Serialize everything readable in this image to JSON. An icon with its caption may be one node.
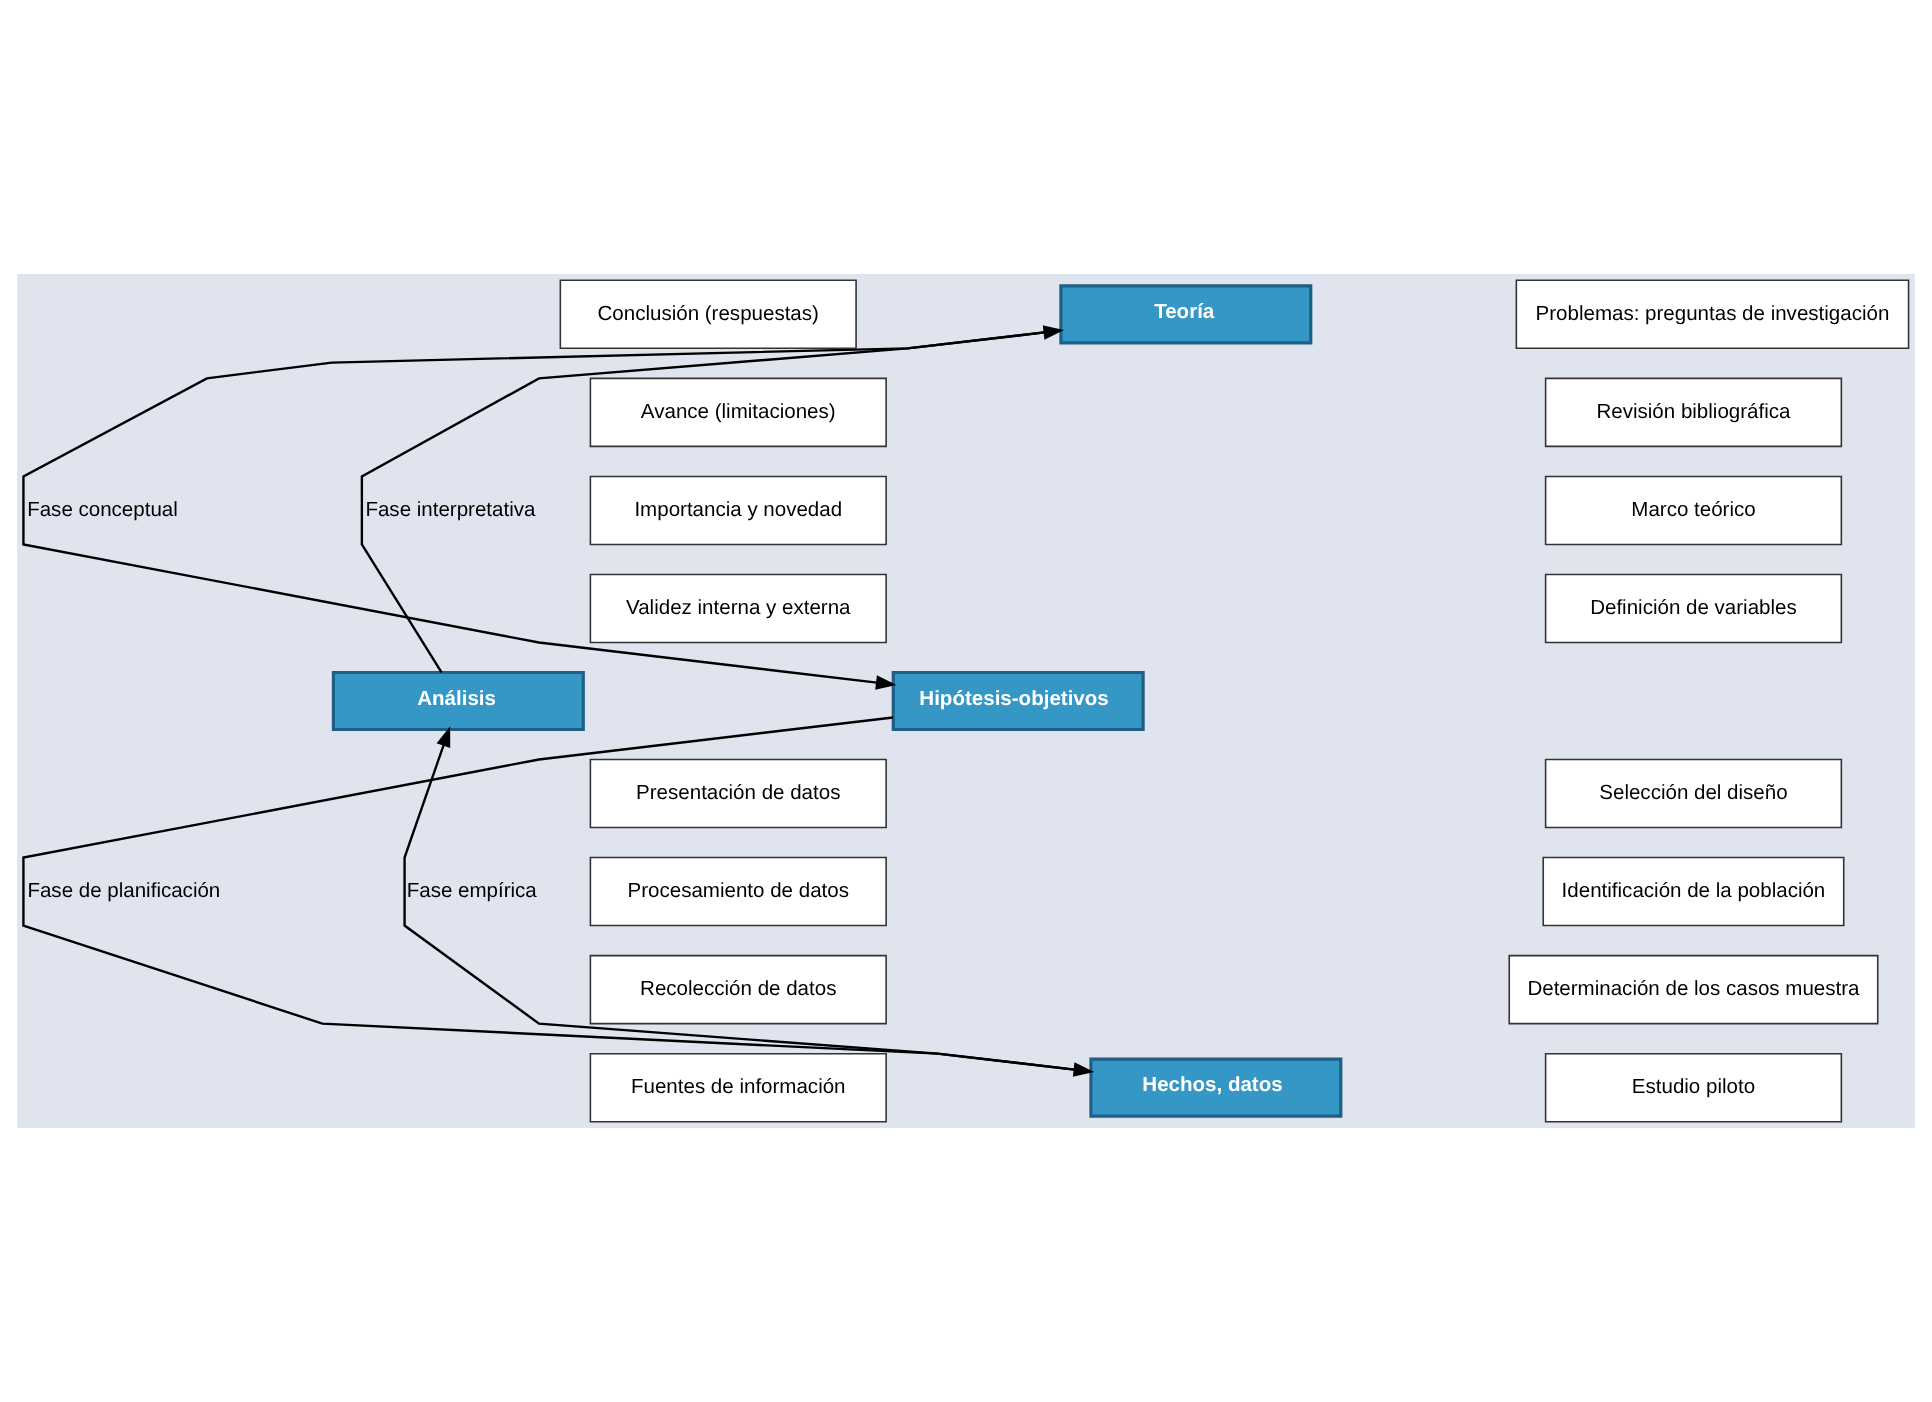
{
  "diagram": {
    "nodes": [
      {
        "text": [
          "Teoría"
        ]
      },
      {
        "text": [
          "Hipótesis-objetivos"
        ]
      },
      {
        "text": [
          "Hechos, datos"
        ]
      },
      {
        "text": [
          "Análisis"
        ]
      },
      {
        "text": [
          "Conclusión (respuestas)"
        ]
      },
      {
        "text": [
          "Avance (limitaciones)"
        ]
      },
      {
        "text": [
          "Importancia y novedad"
        ]
      },
      {
        "text": [
          "Validez interna y externa"
        ]
      },
      {
        "text": [
          "Problemas: preguntas de investigación"
        ]
      },
      {
        "text": [
          "Revisión bibliográfica"
        ]
      },
      {
        "text": [
          "Marco teórico"
        ]
      },
      {
        "text": [
          "Definición de variables"
        ]
      },
      {
        "text": [
          "Presentación de datos"
        ]
      },
      {
        "text": [
          "Procesamiento de datos"
        ]
      },
      {
        "text": [
          "Recolección de datos"
        ]
      },
      {
        "text": [
          "Fuentes de información"
        ]
      },
      {
        "text": [
          "Selección del diseño"
        ]
      },
      {
        "text": [
          "Identificación de la población"
        ]
      },
      {
        "text": [
          "Determinación de los casos muestra"
        ]
      },
      {
        "text": [
          "Estudio piloto"
        ]
      }
    ],
    "edges": [
      {
        "from": 0,
        "to": 1,
        "arrow": "to",
        "label": "Fase conceptual"
      },
      {
        "from": 1,
        "to": 2,
        "arrow": "to",
        "label": "Fase de planificación"
      },
      {
        "from": 2,
        "to": 3,
        "arrow": "to",
        "label": "Fase empírica"
      },
      {
        "from": 3,
        "to": 0,
        "arrow": "to",
        "label": "Fase interpretativa"
      }
    ]
  }
}
